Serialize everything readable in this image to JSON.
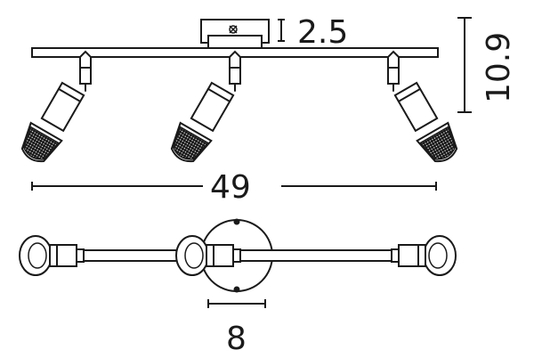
{
  "dimensions": {
    "mount_height": "2.5",
    "total_height": "10.9",
    "total_length": "49",
    "base_diameter": "8"
  }
}
